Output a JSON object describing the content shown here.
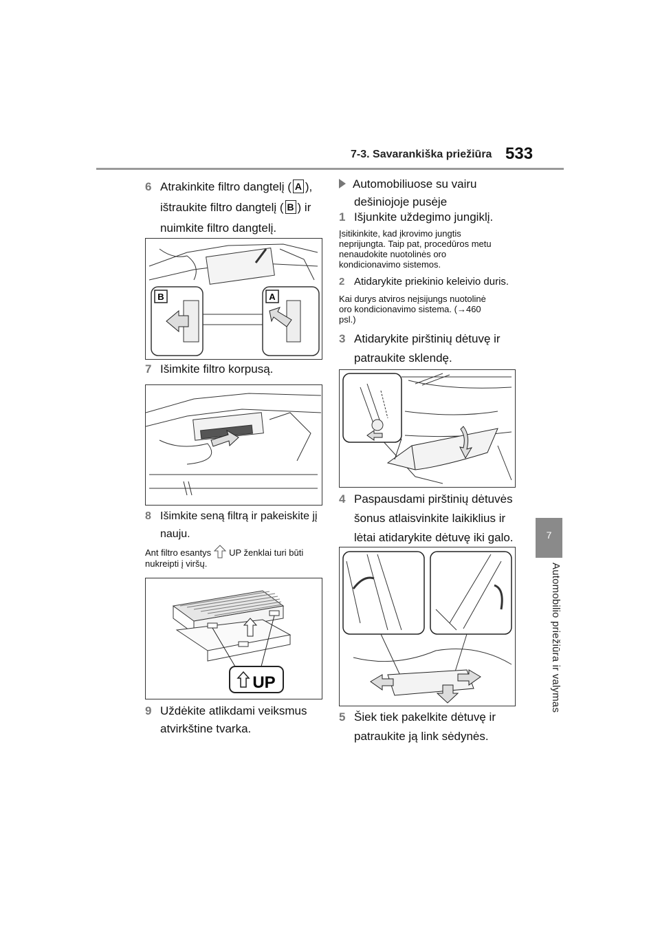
{
  "header": {
    "section": "7-3. Savarankiška priežiūra",
    "page_number": "533"
  },
  "side_tab": {
    "number": "7",
    "text": "Automobilio priežiūra ir valymas"
  },
  "left": {
    "step6": {
      "num": "6",
      "line1_a": "Atrakinkite filtro dangtelį (",
      "label_a": "A",
      "line1_b": "),",
      "line2_a": "ištraukite filtro dangtelį (",
      "label_b": "B",
      "line2_b": ") ir",
      "line3": "nuimkite filtro dangtelį."
    },
    "fig1": {
      "label_b": "B",
      "label_a": "A"
    },
    "step7": {
      "num": "7",
      "text": "Išimkite filtro korpusą."
    },
    "step8": {
      "num": "8",
      "line1": "Išimkite seną filtrą ir pakeiskite jį",
      "line2": "nauju."
    },
    "note8": {
      "before": "Ant filtro esantys",
      "after": "UP ženklai turi būti",
      "line2": "nukreipti į viršų."
    },
    "fig3": {
      "up_text": "UP"
    },
    "step9": {
      "num": "9",
      "line1": "Uždėkite atlikdami veiksmus",
      "line2": "atvirkštine tvarka."
    }
  },
  "right": {
    "variant": {
      "line1": "Automobiliuose su vairu",
      "line2": "dešiniojoje pusėje"
    },
    "step1": {
      "num": "1",
      "text": "Išjunkite uždegimo jungiklį."
    },
    "note1": {
      "l1": "Įsitikinkite, kad įkrovimo jungtis",
      "l2": "neprijungta. Taip pat, procedūros metu",
      "l3": "nenaudokite nuotolinės oro",
      "l4": "kondicionavimo sistemos."
    },
    "step2": {
      "num": "2",
      "text": "Atidarykite priekinio keleivio duris."
    },
    "note2": {
      "l1": "Kai durys atviros neįsijungs nuotolinė",
      "l2": "oro kondicionavimo sistema. (",
      "arrow": "→",
      "ref": "460",
      "l3": "psl.)"
    },
    "step3": {
      "num": "3",
      "line1": "Atidarykite pirštinių dėtuvę ir",
      "line2": "patraukite sklendę."
    },
    "step4": {
      "num": "4",
      "line1": "Paspausdami pirštinių dėtuvės",
      "line2": "šonus atlaisvinkite laikiklius ir",
      "line3": "lėtai atidarykite dėtuvę iki galo."
    },
    "step5": {
      "num": "5",
      "line1": "Šiek tiek pakelkite dėtuvę ir",
      "line2": "patraukite ją link sėdynės."
    }
  }
}
